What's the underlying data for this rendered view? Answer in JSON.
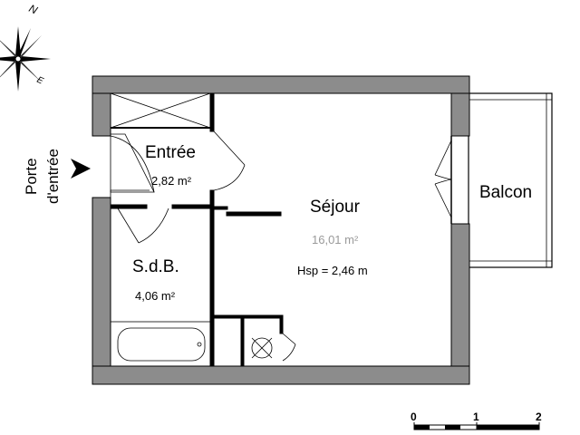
{
  "rooms": {
    "entree": {
      "name": "Entrée",
      "area": "2,82 m²"
    },
    "sejour": {
      "name": "Séjour",
      "area": "16,01 m²",
      "height": "Hsp = 2,46 m"
    },
    "sdb": {
      "name": "S.d.B.",
      "area": "4,06 m²"
    },
    "balcon": {
      "name": "Balcon"
    }
  },
  "entrance": {
    "line1": "Porte",
    "line2": "d'entrée"
  },
  "compass": {
    "north": "N",
    "east": "E"
  },
  "scale": {
    "ticks": [
      "0",
      "1",
      "2"
    ]
  },
  "colors": {
    "wall": "#8c8c8c",
    "wall_stroke": "#000000",
    "line": "#000000"
  }
}
